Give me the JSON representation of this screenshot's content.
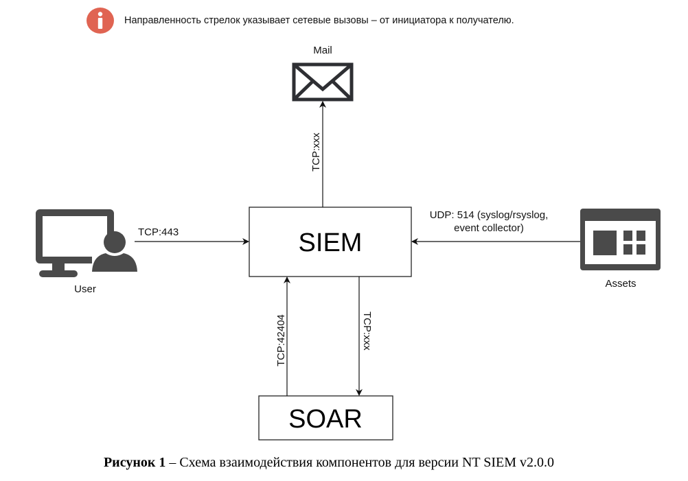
{
  "note": {
    "icon": "info-icon",
    "icon_color": "#e06452",
    "text": "Направленность стрелок указывает сетевые вызовы – от инициатора к получателю."
  },
  "nodes": {
    "siem": {
      "label": "SIEM"
    },
    "soar": {
      "label": "SOAR"
    },
    "mail": {
      "label": "Mail",
      "icon": "envelope-icon"
    },
    "user": {
      "label": "User",
      "icon": "monitor-user-icon"
    },
    "assets": {
      "label": "Assets",
      "icon": "assets-window-icon"
    }
  },
  "edges": [
    {
      "from": "user",
      "to": "siem",
      "label": "TCP:443"
    },
    {
      "from": "siem",
      "to": "mail",
      "label": "TCP:xxx"
    },
    {
      "from": "assets",
      "to": "siem",
      "label_line1": "UDP: 514 (syslog/rsyslog,",
      "label_line2": "event collector)"
    },
    {
      "from": "soar",
      "to": "siem",
      "label": "TCP:42404"
    },
    {
      "from": "siem",
      "to": "soar",
      "label": "TCP:xxx"
    }
  ],
  "caption": {
    "prefix": "Рисунок 1",
    "text": " – Схема взаимодействия компонентов для версии NT SIEM v2.0.0"
  },
  "colors": {
    "icon_gray": "#4a4a4a",
    "line": "#1a1a1a"
  }
}
